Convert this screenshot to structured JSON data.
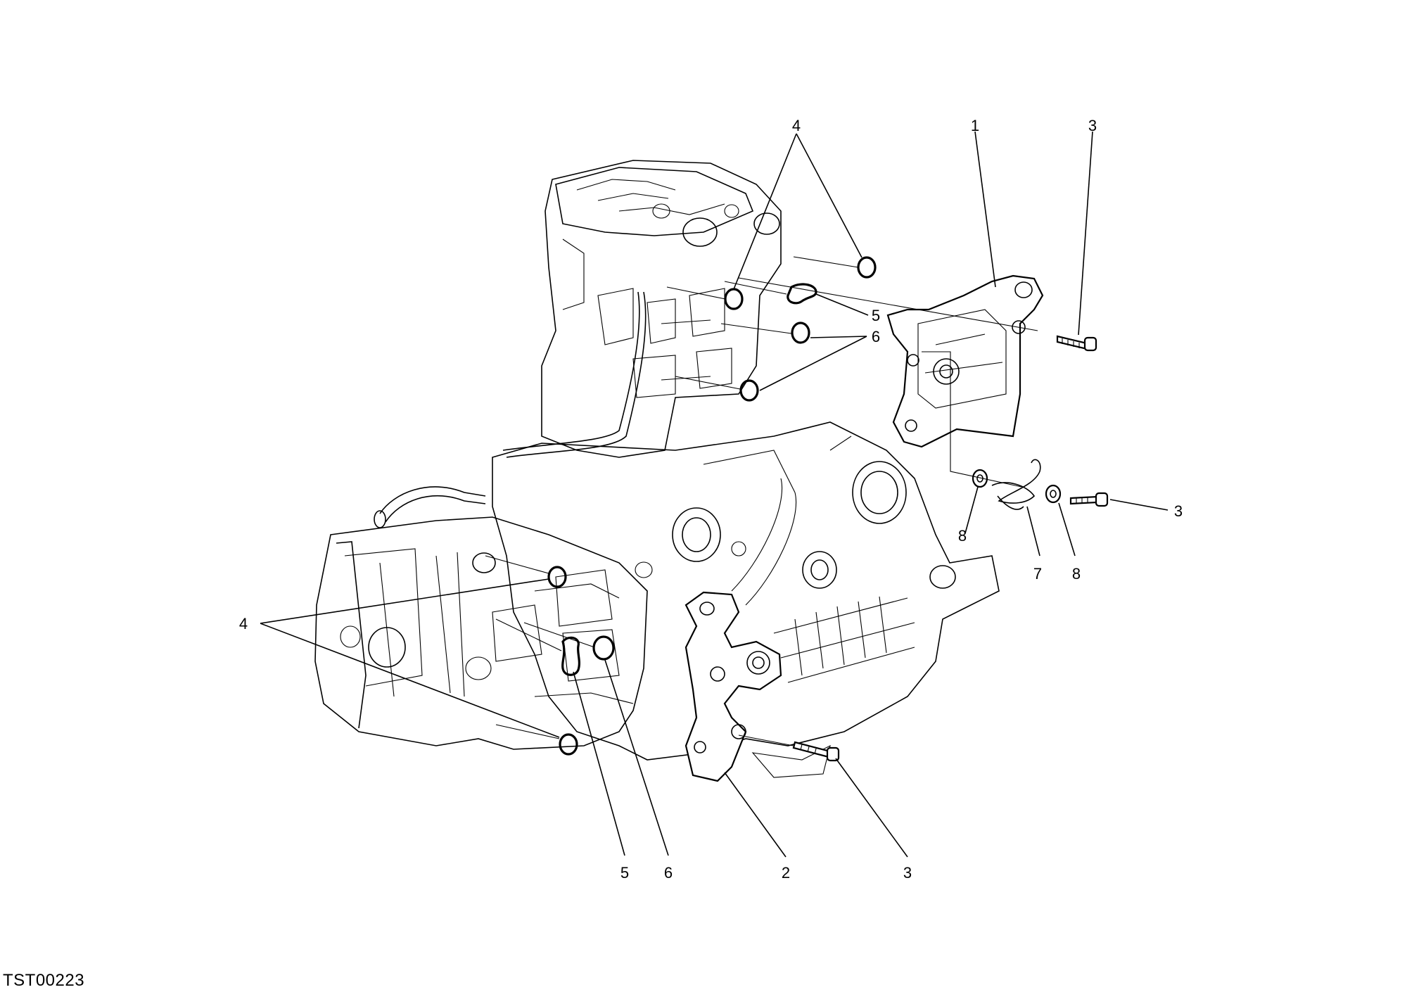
{
  "drawing_code": "TST00223",
  "callouts": {
    "top_4": "4",
    "top_1": "1",
    "top_3": "3",
    "top_5": "5",
    "top_6": "6",
    "right_3": "3",
    "right_8a": "8",
    "right_7": "7",
    "right_8b": "8",
    "left_4": "4",
    "bottom_5": "5",
    "bottom_6": "6",
    "bottom_2": "2",
    "bottom_3": "3"
  }
}
